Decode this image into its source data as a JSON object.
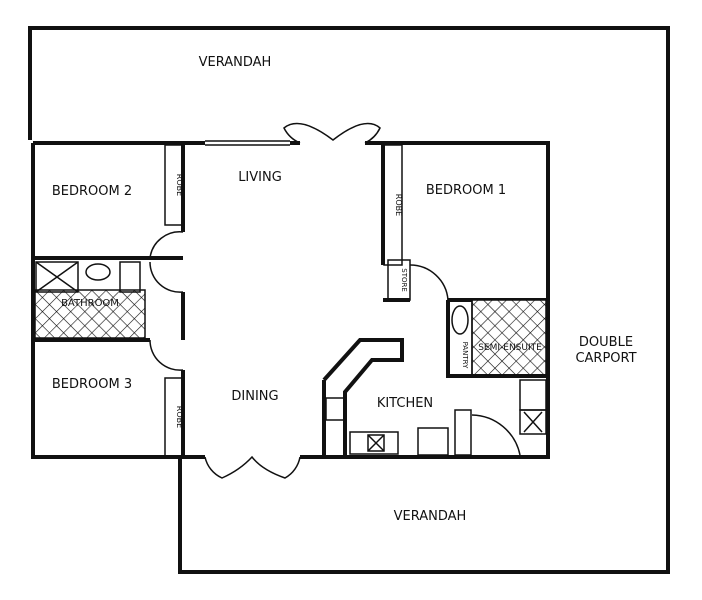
{
  "rooms": {
    "verandah_top": "VERANDAH",
    "living": "LIVING",
    "bedroom1": "BEDROOM 1",
    "bedroom2": "BEDROOM 2",
    "bedroom3": "BEDROOM 3",
    "bathroom": "BATHROOM",
    "dining": "DINING",
    "kitchen": "KITCHEN",
    "semi_ensuite": "SEMI-ENSUITE",
    "carport_line1": "DOUBLE",
    "carport_line2": "CARPORT",
    "verandah_bottom": "VERANDAH",
    "robe": "ROBE",
    "store": "STORE",
    "pantry": "PANTRY"
  }
}
